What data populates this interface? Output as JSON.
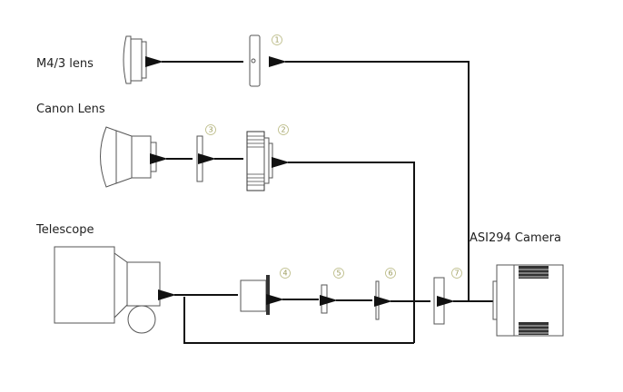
{
  "labels": {
    "m43_lens": "M4/3 lens",
    "canon_lens": "Canon Lens",
    "telescope": "Telescope",
    "camera": "ASI294  Camera"
  },
  "parts": [
    "1",
    "2",
    "3",
    "4",
    "5",
    "6",
    "7"
  ],
  "colors": {
    "line": "#111111",
    "part_outline": "#555555",
    "number": "#9a9a5a"
  }
}
